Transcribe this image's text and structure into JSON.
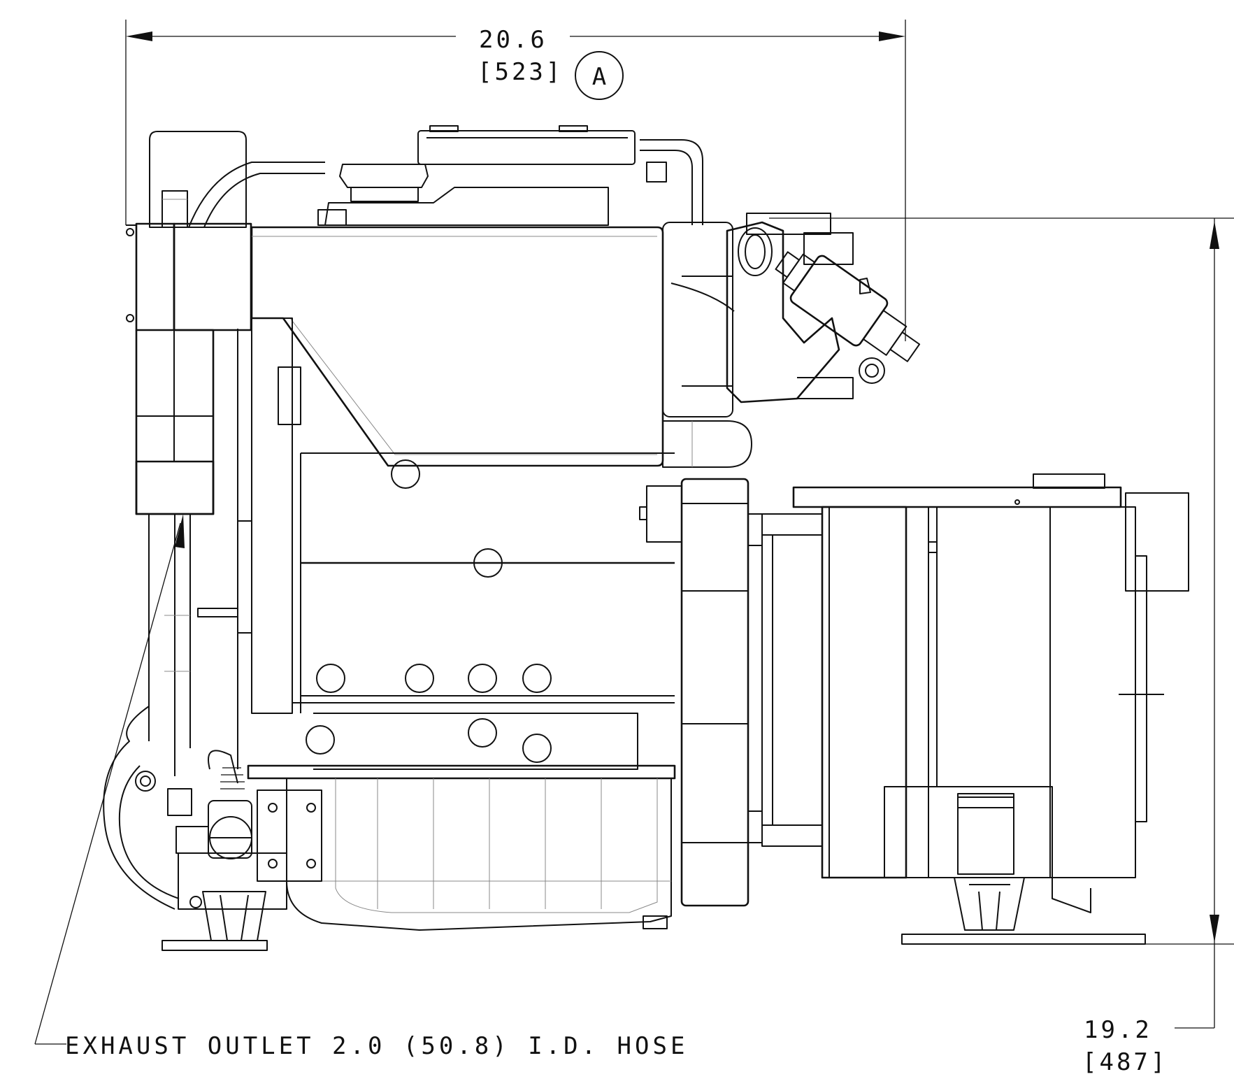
{
  "dimensions": {
    "width": {
      "inches": "20.6",
      "mm": "[523]",
      "callout": "A"
    },
    "height": {
      "inches": "19.2",
      "mm": "[487]"
    }
  },
  "notes": {
    "exhaust_outlet": "EXHAUST OUTLET 2.0 (50.8) I.D. HOSE"
  }
}
